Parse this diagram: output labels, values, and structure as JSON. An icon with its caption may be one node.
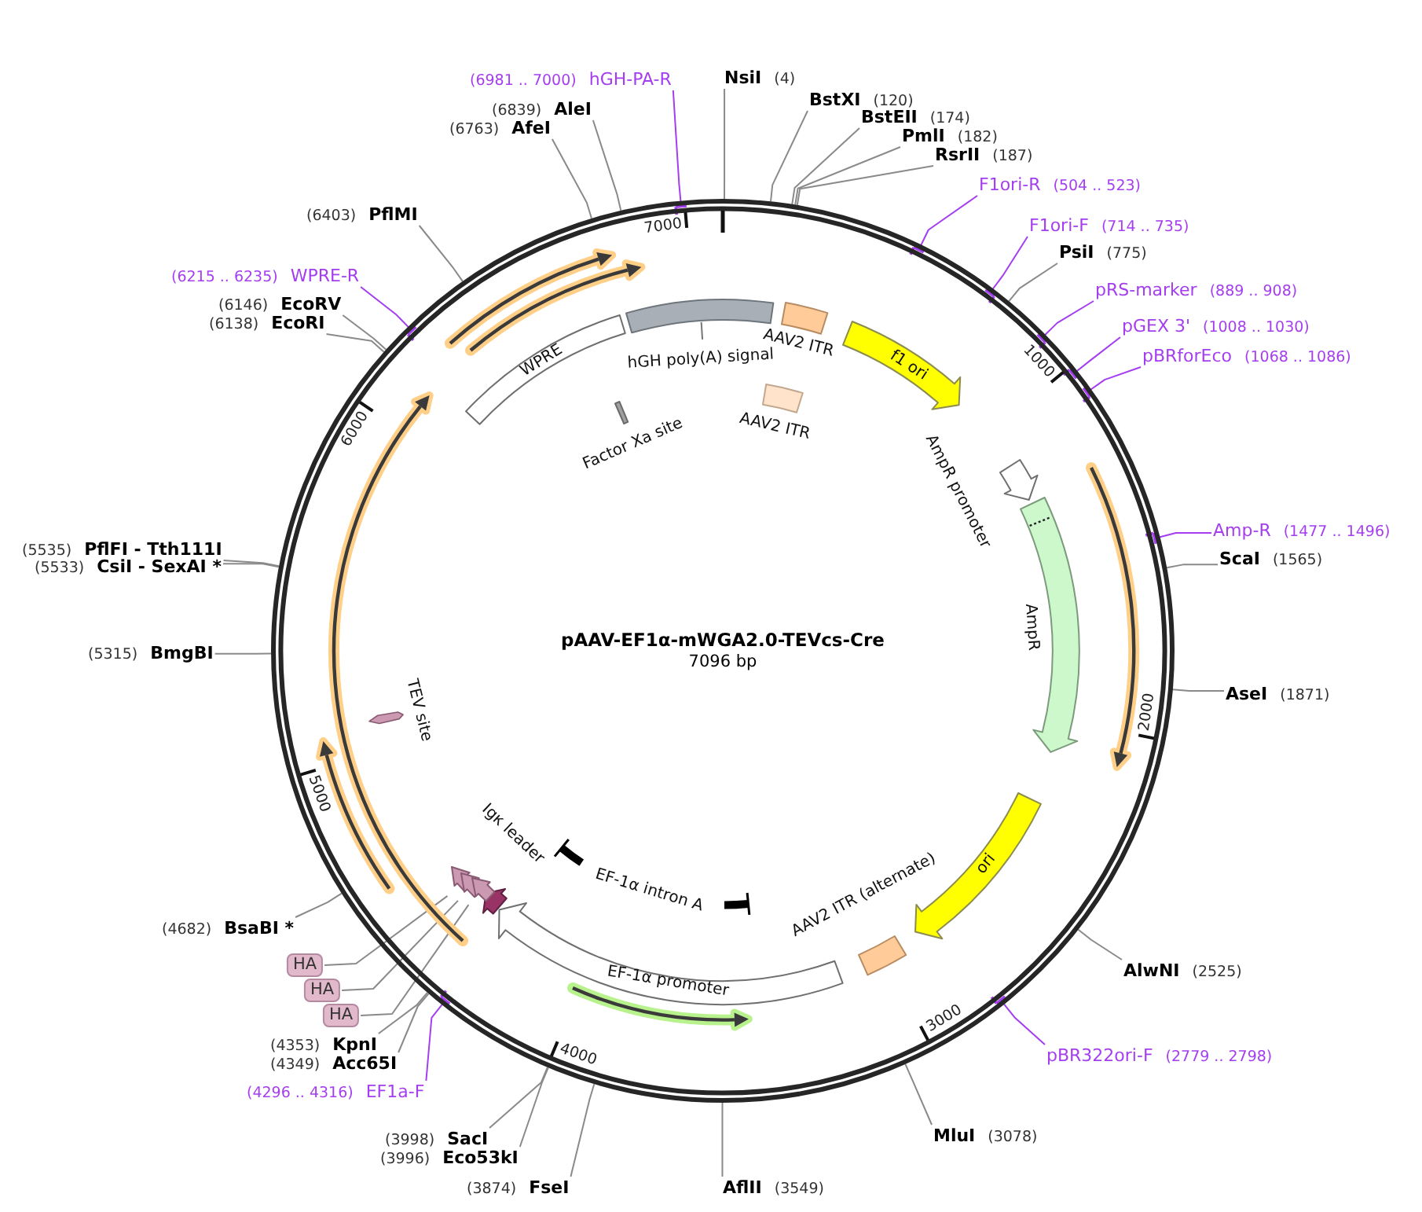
{
  "diagram": {
    "nodes": [
      {
        "text": [
          "pAAV-EF1α-mWGA2.0-TEVcs-Cre",
          "7096 bp"
        ]
      },
      {
        "text": [
          "NsiI",
          "(4)"
        ]
      },
      {
        "text": [
          "BstXI",
          "(120)"
        ]
      },
      {
        "text": [
          "BstEII",
          "(174)"
        ]
      },
      {
        "text": [
          "PmlI",
          "(182)"
        ]
      },
      {
        "text": [
          "RsrII",
          "(187)"
        ]
      },
      {
        "text": [
          "F1ori-R",
          "(504 .. 523)"
        ]
      },
      {
        "text": [
          "F1ori-F",
          "(714 .. 735)"
        ]
      },
      {
        "text": [
          "PsiI",
          "(775)"
        ]
      },
      {
        "text": [
          "pRS-marker",
          "(889 .. 908)"
        ]
      },
      {
        "text": [
          "pGEX 3'",
          "(1008 .. 1030)"
        ]
      },
      {
        "text": [
          "pBRforEco",
          "(1068 .. 1086)"
        ]
      },
      {
        "text": [
          "Amp-R",
          "(1477 .. 1496)"
        ]
      },
      {
        "text": [
          "ScaI",
          "(1565)"
        ]
      },
      {
        "text": [
          "AseI",
          "(1871)"
        ]
      },
      {
        "text": [
          "AlwNI",
          "(2525)"
        ]
      },
      {
        "text": [
          "pBR322ori-F",
          "(2779 .. 2798)"
        ]
      },
      {
        "text": [
          "MluI",
          "(3078)"
        ]
      },
      {
        "text": [
          "AflII",
          "(3549)"
        ]
      },
      {
        "text": [
          "(3874)",
          "FseI"
        ]
      },
      {
        "text": [
          "(3996)",
          "Eco53kI"
        ]
      },
      {
        "text": [
          "(3998)",
          "SacI"
        ]
      },
      {
        "text": [
          "(4296 .. 4316)",
          "EF1a-F"
        ]
      },
      {
        "text": [
          "(4349)",
          "Acc65I"
        ]
      },
      {
        "text": [
          "(4353)",
          "KpnI"
        ]
      },
      {
        "text": [
          "HA"
        ]
      },
      {
        "text": [
          "HA"
        ]
      },
      {
        "text": [
          "HA"
        ]
      },
      {
        "text": [
          "(4682)",
          "BsaBI *"
        ]
      },
      {
        "text": [
          "(5315)",
          "BmgBI"
        ]
      },
      {
        "text": [
          "(5533)",
          "CsiI - SexAI *"
        ]
      },
      {
        "text": [
          "(5535)",
          "PflFI - Tth111I"
        ]
      },
      {
        "text": [
          "(6138)",
          "EcoRI"
        ]
      },
      {
        "text": [
          "(6146)",
          "EcoRV"
        ]
      },
      {
        "text": [
          "(6215 .. 6235)",
          "WPRE-R"
        ]
      },
      {
        "text": [
          "(6403)",
          "PflMI"
        ]
      },
      {
        "text": [
          "(6763)",
          "AfeI"
        ]
      },
      {
        "text": [
          "(6839)",
          "AleI"
        ]
      },
      {
        "text": [
          "(6981 .. 7000)",
          "hGH-PA-R"
        ]
      },
      {
        "text": [
          "hGH poly(A) signal"
        ],
        "in": 0
      },
      {
        "text": [
          "AAV2 ITR"
        ],
        "in": 0
      },
      {
        "text": [
          "AAV2 ITR"
        ],
        "in": 0
      },
      {
        "text": [
          "f1 ori"
        ],
        "in": 0
      },
      {
        "text": [
          "AmpR promoter"
        ],
        "in": 0
      },
      {
        "text": [
          "AmpR"
        ],
        "in": 0
      },
      {
        "text": [
          "ori"
        ],
        "in": 0
      },
      {
        "text": [
          "AAV2 ITR (alternate)"
        ],
        "in": 0
      },
      {
        "text": [
          "EF-1α promoter"
        ],
        "in": 0
      },
      {
        "text": [
          "EF-1α intron A"
        ],
        "in": 0
      },
      {
        "text": [
          "Igκ leader"
        ],
        "in": 0
      },
      {
        "text": [],
        "shape": "arrow",
        "in": 0
      },
      {
        "text": [],
        "shape": "arrow",
        "in": 0
      },
      {
        "text": [],
        "shape": "arrow",
        "in": 0
      },
      {
        "text": [
          "TEV site"
        ],
        "in": 0
      },
      {
        "text": [
          "WPRE"
        ],
        "in": 0
      },
      {
        "text": [
          "Factor Xa site"
        ],
        "in": 0
      }
    ],
    "edges": [
      {
        "from": 1,
        "to": 0,
        "arrow": "none"
      },
      {
        "from": 2,
        "to": 0,
        "arrow": "none"
      },
      {
        "from": 3,
        "to": 0,
        "arrow": "none"
      },
      {
        "from": 4,
        "to": 0,
        "arrow": "none"
      },
      {
        "from": 5,
        "to": 0,
        "arrow": "none"
      },
      {
        "from": 6,
        "to": 0,
        "arrow": "none",
        "color": "#a43ef0"
      },
      {
        "from": 7,
        "to": 0,
        "arrow": "none",
        "color": "#a43ef0"
      },
      {
        "from": 8,
        "to": 0,
        "arrow": "none"
      },
      {
        "from": 9,
        "to": 0,
        "arrow": "none",
        "color": "#a43ef0"
      },
      {
        "from": 10,
        "to": 0,
        "arrow": "none",
        "color": "#a43ef0"
      },
      {
        "from": 11,
        "to": 0,
        "arrow": "none",
        "color": "#a43ef0"
      },
      {
        "from": 12,
        "to": 0,
        "arrow": "none",
        "color": "#a43ef0"
      },
      {
        "from": 13,
        "to": 0,
        "arrow": "none"
      },
      {
        "from": 14,
        "to": 0,
        "arrow": "none"
      },
      {
        "from": 15,
        "to": 0,
        "arrow": "none"
      },
      {
        "from": 16,
        "to": 0,
        "arrow": "none",
        "color": "#a43ef0"
      },
      {
        "from": 17,
        "to": 0,
        "arrow": "none"
      },
      {
        "from": 18,
        "to": 0,
        "arrow": "none"
      },
      {
        "from": 19,
        "to": 0,
        "arrow": "none"
      },
      {
        "from": 20,
        "to": 0,
        "arrow": "none"
      },
      {
        "from": 21,
        "to": 0,
        "arrow": "none"
      },
      {
        "from": 22,
        "to": 0,
        "arrow": "none",
        "color": "#a43ef0"
      },
      {
        "from": 23,
        "to": 0,
        "arrow": "none"
      },
      {
        "from": 24,
        "to": 0,
        "arrow": "none"
      },
      {
        "from": 25,
        "to": 50,
        "arrow": "none"
      },
      {
        "from": 26,
        "to": 51,
        "arrow": "none"
      },
      {
        "from": 27,
        "to": 52,
        "arrow": "none"
      },
      {
        "from": 28,
        "to": 0,
        "arrow": "none"
      },
      {
        "from": 29,
        "to": 0,
        "arrow": "none"
      },
      {
        "from": 30,
        "to": 0,
        "arrow": "none"
      },
      {
        "from": 31,
        "to": 0,
        "arrow": "none"
      },
      {
        "from": 32,
        "to": 0,
        "arrow": "none"
      },
      {
        "from": 33,
        "to": 0,
        "arrow": "none"
      },
      {
        "from": 34,
        "to": 0,
        "arrow": "none",
        "color": "#a43ef0"
      },
      {
        "from": 35,
        "to": 0,
        "arrow": "none"
      },
      {
        "from": 36,
        "to": 0,
        "arrow": "none"
      },
      {
        "from": 37,
        "to": 0,
        "arrow": "none"
      },
      {
        "from": 38,
        "to": 0,
        "arrow": "none",
        "color": "#a43ef0"
      }
    ],
    "labels": [
      "1000",
      "2000",
      "3000",
      "4000",
      "5000",
      "6000",
      "7000"
    ]
  }
}
